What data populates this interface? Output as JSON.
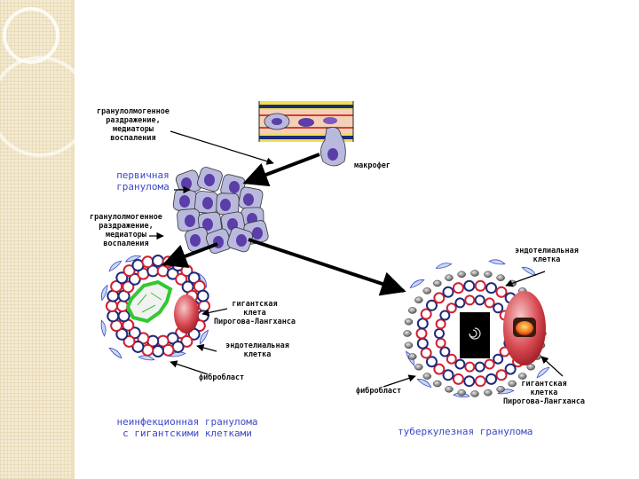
{
  "colors": {
    "accent_blue": "#3b48c9",
    "vessel_yellow": "#f0e050",
    "cell_lilac": "#b9b9dd",
    "nucleus_purple": "#5b3ea8",
    "giant_cell_red": "#c8323c",
    "wall_red": "#d02030",
    "wall_navy": "#1e2a7a",
    "necrosis_black": "#000000",
    "epithelioid_green": "#32c832",
    "slide_stripe": "#f4ead0"
  },
  "labels": {
    "stimulus_top": "гранулолмогенное\nраздражение,\nмедиаторы\nвоспаления",
    "macrophage": "макрофег",
    "primary_granuloma": "первичная\nгранулома",
    "stimulus_bottom": "гранулолмогенное\nраздражение,\nмедиаторы\nвоспаления",
    "endothelial_right": "эндотелиальная\nклетка",
    "giant_left": "гигантская\nклета\nПирогова-Лангханса",
    "endothelial_left": "эндотелиальная\nклетка",
    "fibroblast_left": "фибробласт",
    "fibroblast_right": "фибробласт",
    "giant_right": "гигантская\nклетка\nПирогова-Лангханса",
    "noninfectious_caption": "неинфекционная гранулома\nс гигантскими клетками",
    "tuberculous_caption": "туберкулезная гранулома"
  }
}
